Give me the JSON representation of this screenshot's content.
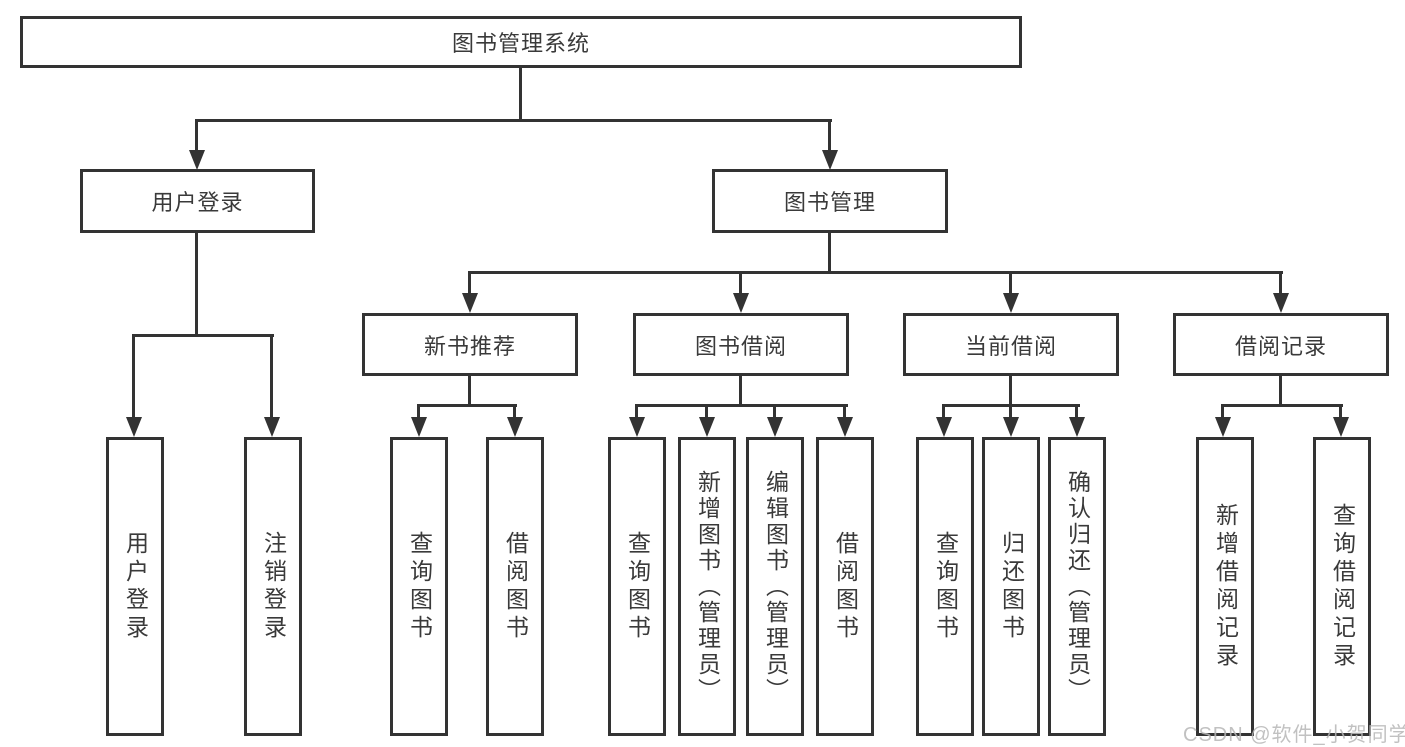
{
  "diagram": {
    "type": "hierarchy-tree",
    "root": {
      "label": "图书管理系统"
    },
    "level2": [
      {
        "label": "用户登录",
        "parent": "图书管理系统"
      },
      {
        "label": "图书管理",
        "parent": "图书管理系统"
      }
    ],
    "level3": [
      {
        "label": "新书推荐",
        "parent": "图书管理"
      },
      {
        "label": "图书借阅",
        "parent": "图书管理"
      },
      {
        "label": "当前借阅",
        "parent": "图书管理"
      },
      {
        "label": "借阅记录",
        "parent": "图书管理"
      }
    ],
    "leaves": [
      {
        "label": "用户登录",
        "parent": "用户登录"
      },
      {
        "label": "注销登录",
        "parent": "用户登录"
      },
      {
        "label": "查询图书",
        "parent": "新书推荐"
      },
      {
        "label": "借阅图书",
        "parent": "新书推荐"
      },
      {
        "label": "查询图书",
        "parent": "图书借阅"
      },
      {
        "label": "新增图书（管理员）",
        "parent": "图书借阅"
      },
      {
        "label": "编辑图书（管理员）",
        "parent": "图书借阅"
      },
      {
        "label": "借阅图书",
        "parent": "图书借阅"
      },
      {
        "label": "查询图书",
        "parent": "当前借阅"
      },
      {
        "label": "归还图书",
        "parent": "当前借阅"
      },
      {
        "label": "确认归还（管理员）",
        "parent": "当前借阅"
      },
      {
        "label": "新增借阅记录",
        "parent": "借阅记录"
      },
      {
        "label": "查询借阅记录",
        "parent": "借阅记录"
      }
    ],
    "watermark": "CSDN @软件_小贺同学",
    "colors": {
      "line": "#333333",
      "text": "#3a3a3a",
      "background": "#ffffff",
      "watermark": "#b7b7b7"
    }
  }
}
